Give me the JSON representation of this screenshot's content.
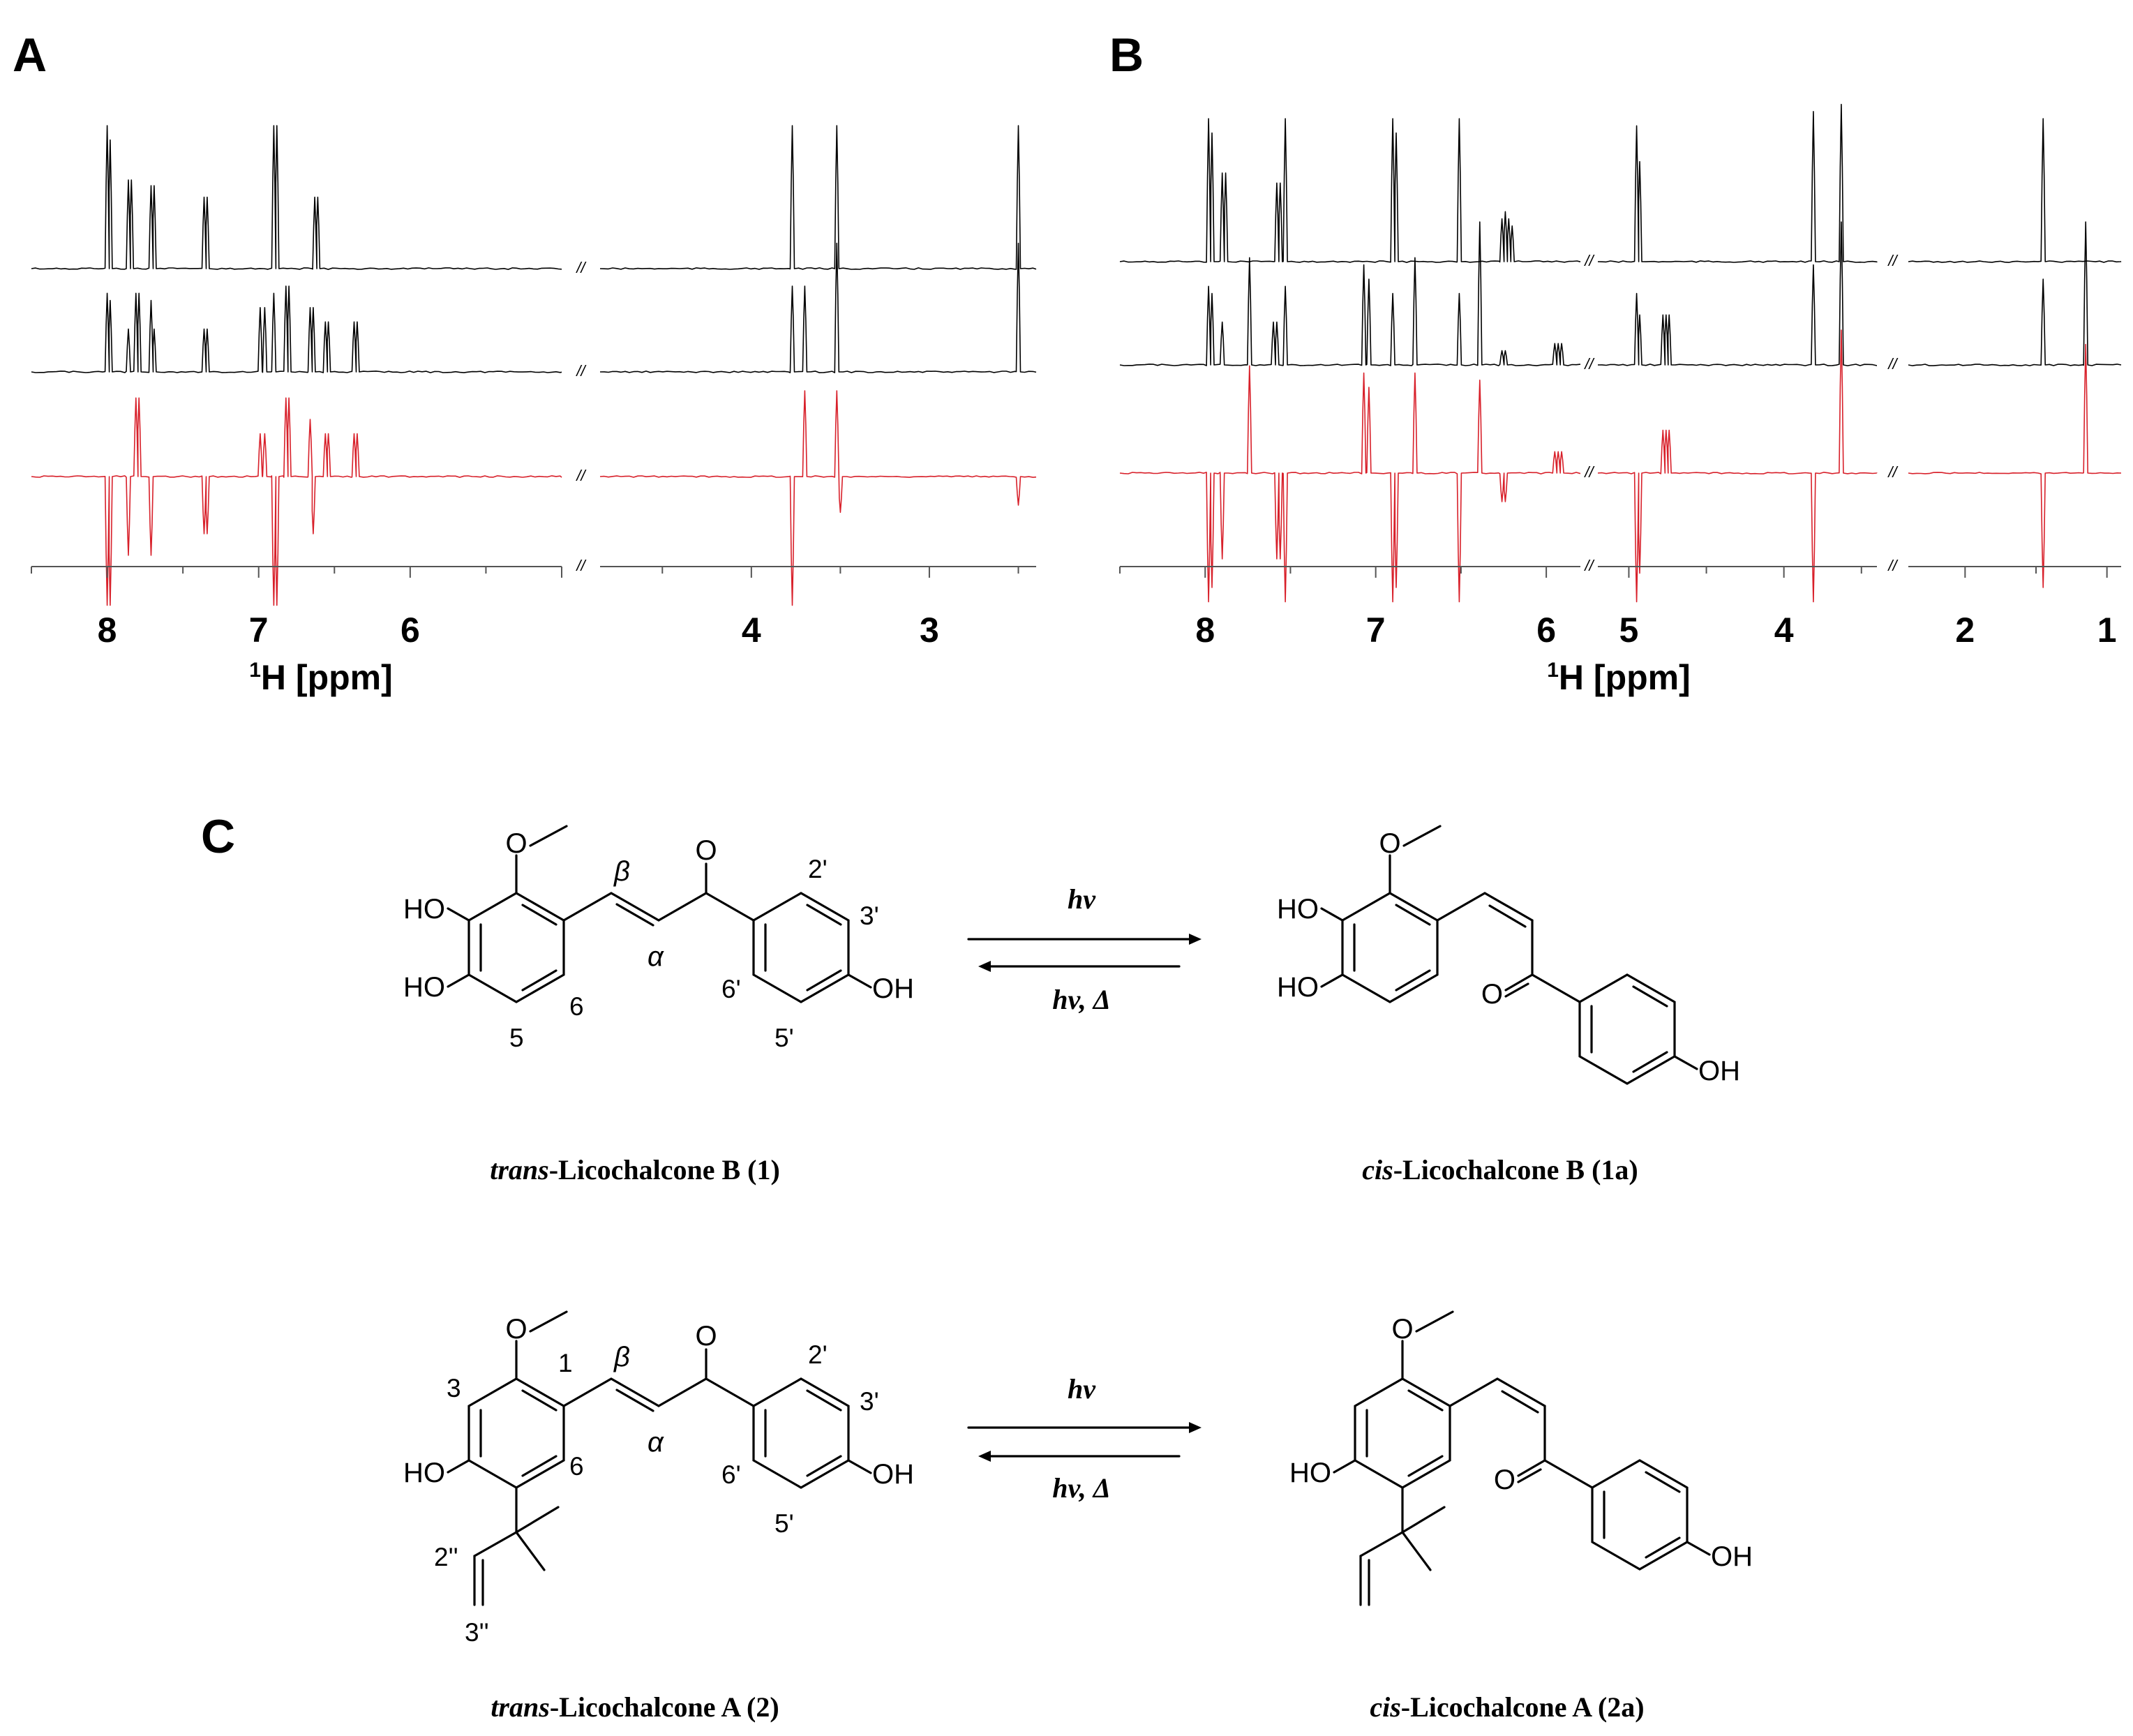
{
  "panels": {
    "a_label": "A",
    "b_label": "B",
    "c_label": "C"
  },
  "chart_data": [
    {
      "type": "line",
      "panel": "A",
      "xlabel": "1H [ppm]",
      "xlabel_parts": [
        "1",
        "H [ppm]"
      ],
      "x_reversed": true,
      "segments": [
        {
          "xlim": [
            8.5,
            5.0
          ],
          "ticks": [
            "8",
            "7",
            "6"
          ],
          "tick_values": [
            8,
            7,
            6
          ]
        },
        {
          "xlim": [
            4.85,
            2.4
          ],
          "ticks": [
            "4",
            "3"
          ],
          "tick_values": [
            4,
            3
          ]
        }
      ],
      "traces": [
        {
          "color": "#000000",
          "peaks": [
            [
              8.0,
              1.0
            ],
            [
              7.98,
              0.9
            ],
            [
              7.86,
              0.62
            ],
            [
              7.84,
              0.62
            ],
            [
              7.71,
              0.58
            ],
            [
              7.69,
              0.58
            ],
            [
              7.36,
              0.5
            ],
            [
              7.34,
              0.5
            ],
            [
              6.9,
              1.0
            ],
            [
              6.88,
              1.0
            ],
            [
              6.63,
              0.5
            ],
            [
              6.61,
              0.5
            ],
            [
              3.77,
              1.0
            ],
            [
              3.52,
              1.0
            ],
            [
              2.5,
              1.0
            ]
          ]
        },
        {
          "color": "#000000",
          "peaks": [
            [
              8.0,
              0.55
            ],
            [
              7.98,
              0.5
            ],
            [
              7.86,
              0.3
            ],
            [
              7.81,
              0.55
            ],
            [
              7.79,
              0.55
            ],
            [
              7.71,
              0.5
            ],
            [
              7.69,
              0.3
            ],
            [
              7.36,
              0.3
            ],
            [
              7.34,
              0.3
            ],
            [
              6.99,
              0.45
            ],
            [
              6.96,
              0.45
            ],
            [
              6.9,
              0.55
            ],
            [
              6.82,
              0.6
            ],
            [
              6.8,
              0.6
            ],
            [
              6.66,
              0.45
            ],
            [
              6.64,
              0.45
            ],
            [
              6.56,
              0.35
            ],
            [
              6.54,
              0.35
            ],
            [
              6.37,
              0.35
            ],
            [
              6.35,
              0.35
            ],
            [
              3.77,
              0.6
            ],
            [
              3.7,
              0.6
            ],
            [
              3.52,
              0.9
            ],
            [
              2.5,
              0.9
            ]
          ]
        },
        {
          "color": "#d8202a",
          "peaks": [
            [
              8.0,
              -0.9
            ],
            [
              7.98,
              -0.9
            ],
            [
              7.86,
              -0.55
            ],
            [
              7.81,
              0.55
            ],
            [
              7.79,
              0.55
            ],
            [
              7.71,
              -0.55
            ],
            [
              7.36,
              -0.4
            ],
            [
              7.34,
              -0.4
            ],
            [
              6.99,
              0.3
            ],
            [
              6.96,
              0.3
            ],
            [
              6.9,
              -0.9
            ],
            [
              6.88,
              -0.9
            ],
            [
              6.82,
              0.55
            ],
            [
              6.8,
              0.55
            ],
            [
              6.66,
              0.4
            ],
            [
              6.64,
              -0.4
            ],
            [
              6.56,
              0.3
            ],
            [
              6.54,
              0.3
            ],
            [
              6.37,
              0.3
            ],
            [
              6.35,
              0.3
            ],
            [
              3.77,
              -0.9
            ],
            [
              3.7,
              0.6
            ],
            [
              3.52,
              0.6
            ],
            [
              3.5,
              -0.25
            ],
            [
              2.5,
              -0.2
            ]
          ]
        }
      ]
    },
    {
      "type": "line",
      "panel": "B",
      "xlabel": "1H [ppm]",
      "xlabel_parts": [
        "1",
        "H [ppm]"
      ],
      "x_reversed": true,
      "segments": [
        {
          "xlim": [
            8.5,
            5.8
          ],
          "ticks": [
            "8",
            "7",
            "6"
          ],
          "tick_values": [
            8,
            7,
            6
          ]
        },
        {
          "xlim": [
            5.2,
            3.4
          ],
          "ticks": [
            "5",
            "4"
          ],
          "tick_values": [
            5,
            4
          ]
        },
        {
          "xlim": [
            2.4,
            0.9
          ],
          "ticks": [
            "2",
            "1"
          ],
          "tick_values": [
            2,
            1
          ]
        }
      ],
      "traces": [
        {
          "color": "#000000",
          "peaks": [
            [
              7.98,
              1.0
            ],
            [
              7.96,
              0.9
            ],
            [
              7.9,
              0.62
            ],
            [
              7.88,
              0.62
            ],
            [
              7.58,
              0.55
            ],
            [
              7.56,
              0.55
            ],
            [
              7.53,
              1.0
            ],
            [
              6.9,
              1.0
            ],
            [
              6.88,
              0.9
            ],
            [
              6.51,
              1.0
            ],
            [
              6.26,
              0.3
            ],
            [
              6.24,
              0.35
            ],
            [
              6.22,
              0.3
            ],
            [
              6.2,
              0.25
            ],
            [
              4.95,
              0.95
            ],
            [
              4.93,
              0.7
            ],
            [
              3.81,
              1.05
            ],
            [
              3.63,
              1.1
            ],
            [
              1.45,
              1.0
            ]
          ]
        },
        {
          "color": "#000000",
          "peaks": [
            [
              7.98,
              0.55
            ],
            [
              7.96,
              0.5
            ],
            [
              7.9,
              0.3
            ],
            [
              7.74,
              0.75
            ],
            [
              7.6,
              0.3
            ],
            [
              7.58,
              0.3
            ],
            [
              7.53,
              0.55
            ],
            [
              7.07,
              0.7
            ],
            [
              7.04,
              0.6
            ],
            [
              6.9,
              0.5
            ],
            [
              6.77,
              0.75
            ],
            [
              6.51,
              0.5
            ],
            [
              6.39,
              1.0
            ],
            [
              6.26,
              0.1
            ],
            [
              6.24,
              0.1
            ],
            [
              5.95,
              0.15
            ],
            [
              5.93,
              0.15
            ],
            [
              5.91,
              0.15
            ],
            [
              4.95,
              0.5
            ],
            [
              4.93,
              0.35
            ],
            [
              4.78,
              0.35
            ],
            [
              4.76,
              0.35
            ],
            [
              4.74,
              0.35
            ],
            [
              3.81,
              0.7
            ],
            [
              3.63,
              1.0
            ],
            [
              1.45,
              0.6
            ],
            [
              1.15,
              1.0
            ]
          ]
        },
        {
          "color": "#d8202a",
          "peaks": [
            [
              7.98,
              -0.9
            ],
            [
              7.96,
              -0.8
            ],
            [
              7.9,
              -0.6
            ],
            [
              7.74,
              0.75
            ],
            [
              7.58,
              -0.6
            ],
            [
              7.56,
              -0.6
            ],
            [
              7.53,
              -0.9
            ],
            [
              7.07,
              0.7
            ],
            [
              7.04,
              0.6
            ],
            [
              6.9,
              -0.9
            ],
            [
              6.88,
              -0.8
            ],
            [
              6.77,
              0.7
            ],
            [
              6.51,
              -0.9
            ],
            [
              6.39,
              0.65
            ],
            [
              6.26,
              -0.2
            ],
            [
              6.24,
              -0.2
            ],
            [
              5.95,
              0.15
            ],
            [
              5.93,
              0.15
            ],
            [
              5.91,
              0.15
            ],
            [
              4.95,
              -0.9
            ],
            [
              4.93,
              -0.7
            ],
            [
              4.78,
              0.3
            ],
            [
              4.76,
              0.3
            ],
            [
              4.74,
              0.3
            ],
            [
              3.81,
              -0.9
            ],
            [
              3.63,
              1.0
            ],
            [
              1.45,
              -0.8
            ],
            [
              1.15,
              0.9
            ]
          ]
        }
      ]
    }
  ],
  "scheme": {
    "labels": {
      "oh": "HO",
      "oh_right": "OH",
      "o": "O",
      "beta": "β",
      "alpha": "α",
      "pos_2p": "2'",
      "pos_3p": "3'",
      "pos_5p": "5'",
      "pos_6p": "6'",
      "pos_5": "5",
      "pos_6": "6",
      "pos_1": "1",
      "pos_3": "3",
      "pos_2pp": "2''",
      "pos_3pp": "3''"
    },
    "arrows": {
      "forward": "hv",
      "backward": "hv, Δ"
    },
    "names": {
      "b_trans_prefix": "trans",
      "b_trans_rest": "-Licochalcone B (1)",
      "b_cis_prefix": "cis",
      "b_cis_rest": "-Licochalcone B (1a)",
      "a_trans_prefix": "trans",
      "a_trans_rest": "-Licochalcone A (2)",
      "a_cis_prefix": "cis",
      "a_cis_rest": "-Licochalcone A (2a)"
    }
  }
}
